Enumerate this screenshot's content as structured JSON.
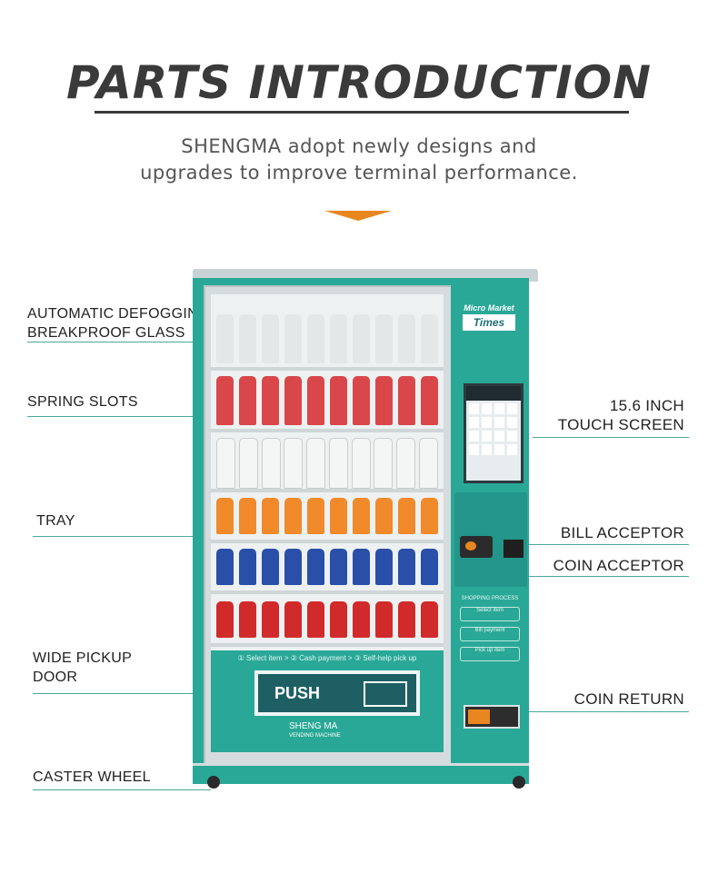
{
  "header": {
    "title": "PARTS INTRODUCTION",
    "subtitle_line1": "SHENGMA adopt newly designs and",
    "subtitle_line2": "upgrades to improve terminal performance."
  },
  "labels": {
    "glass_line1": "AUTOMATIC DEFOGGING",
    "glass_line2": "BREAKPROOF GLASS",
    "spring_slots": "SPRING SLOTS",
    "tray": "TRAY",
    "pickup_line1": "WIDE PICKUP",
    "pickup_line2": "DOOR",
    "caster_wheel": "CASTER WHEEL",
    "screen_line1": "15.6 INCH",
    "screen_line2": "TOUCH SCREEN",
    "bill_acceptor": "BILL ACCEPTOR",
    "coin_acceptor": "COIN ACCEPTOR",
    "coin_return": "COIN RETURN"
  },
  "machine": {
    "logo_top": "Micro Market",
    "logo_main": "Times",
    "steps": "① Select item > ② Cash payment > ③ Self-help pick up",
    "push": "PUSH",
    "brand_name": "SHENG MA",
    "brand_sub": "VENDING MACHINE",
    "process_title": "SHOPPING PROCESS",
    "process_steps": [
      "Select item",
      "Bill payment",
      "Pick up item"
    ]
  },
  "colors": {
    "teal": "#2aa897",
    "accent": "#e8861f",
    "line": "#4aa89a"
  }
}
